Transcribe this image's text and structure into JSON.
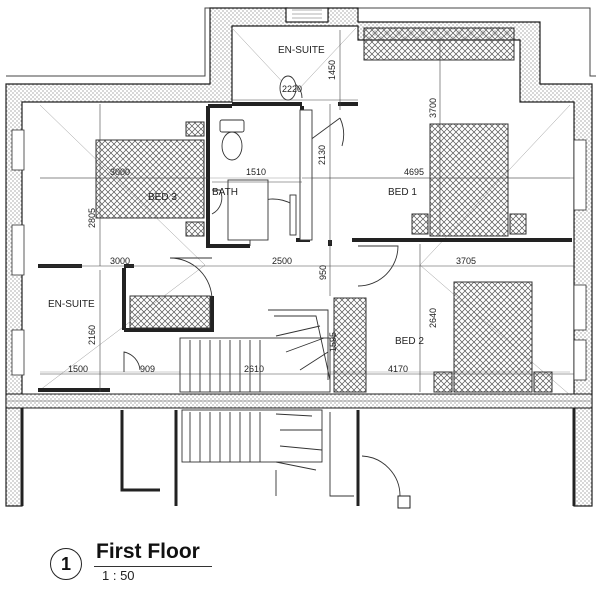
{
  "rooms": {
    "ensuite_top": "EN-SUITE",
    "bath": "BATH",
    "bed1": "BED 1",
    "bed2": "BED 2",
    "bed3": "BED 3",
    "ensuite_left": "EN-SUITE"
  },
  "dimensions": {
    "d1450": "1450",
    "d2220": "2220",
    "d3700": "3700",
    "d2130": "2130",
    "d4695": "4695",
    "d3000a": "3000",
    "d1510": "1510",
    "d2805": "2805",
    "d3000b": "3000",
    "d2500": "2500",
    "d950": "950",
    "d3705": "3705",
    "d2640": "2640",
    "d2160": "2160",
    "d1595": "1595",
    "d1500": "1500",
    "d909": "909",
    "d2610": "2610",
    "d4170": "4170"
  },
  "caption": {
    "number": "1",
    "title": "First Floor",
    "scale": "1 : 50"
  }
}
